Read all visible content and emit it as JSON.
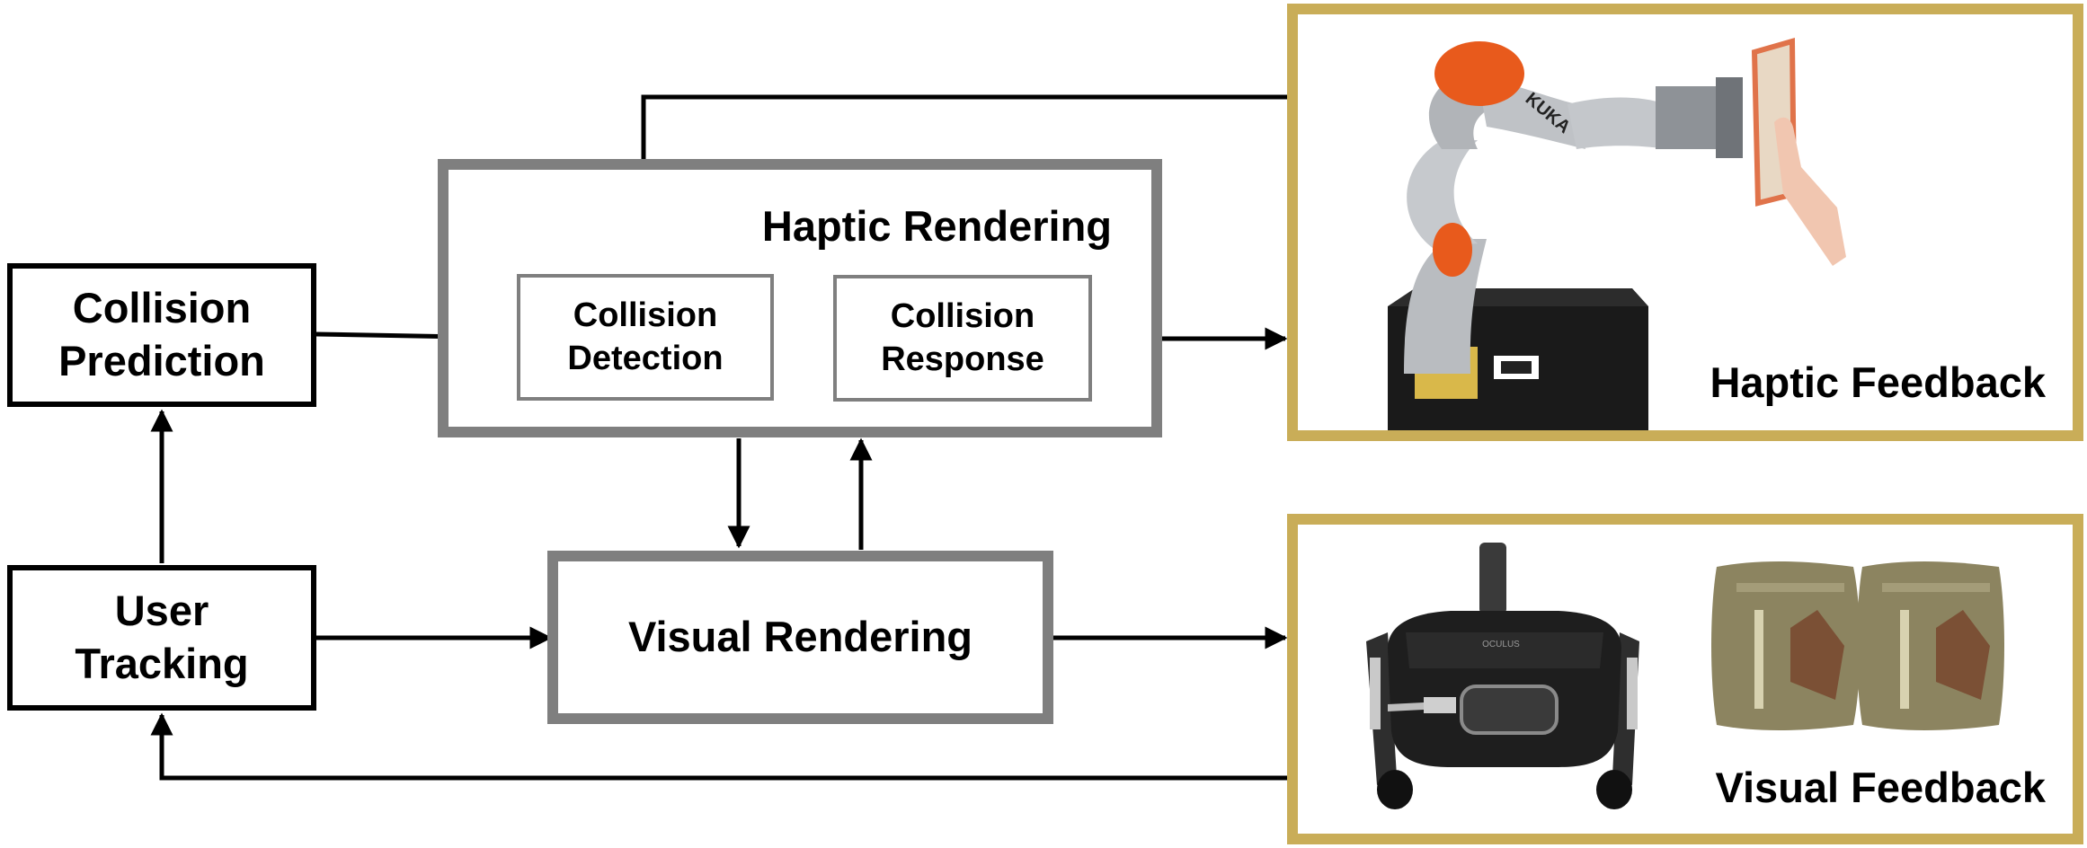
{
  "blocks": {
    "collision_prediction": "Collision\nPrediction",
    "user_tracking": "User\nTracking",
    "haptic_rendering": "Haptic Rendering",
    "collision_detection": "Collision\nDetection",
    "collision_response": "Collision\nResponse",
    "visual_rendering": "Visual Rendering",
    "haptic_feedback": "Haptic Feedback",
    "visual_feedback": "Visual Feedback"
  },
  "photos": {
    "robot_arm_brand": "KUKA",
    "headset_brand": "OCULUS"
  },
  "colors": {
    "line": "#000000",
    "gray_border": "#7f7f7f",
    "gold_border": "#c9ad58",
    "robot_orange": "#e85a1c",
    "robot_silver": "#b9bcc0"
  }
}
